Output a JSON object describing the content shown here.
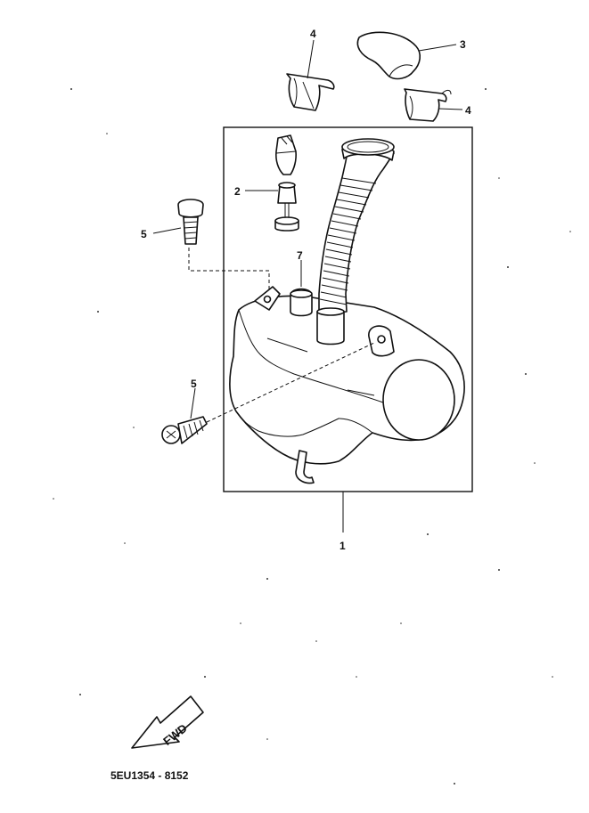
{
  "diagram": {
    "callouts": {
      "tank": "1",
      "drain_plug": "2",
      "cap": "3",
      "clip_left": "4",
      "clip_right": "4",
      "bolt_upper": "5",
      "bolt_lower": "5",
      "seven": "7"
    },
    "fwd_label": "FWD",
    "doc_id": "5EU1354 - 8152"
  }
}
